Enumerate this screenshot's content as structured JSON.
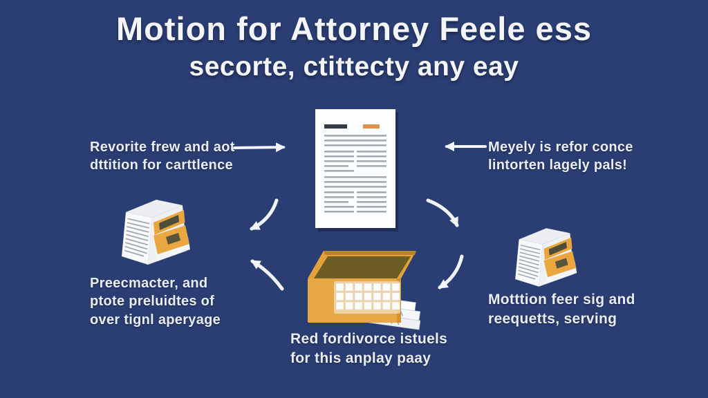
{
  "title": {
    "line1": "Motion for Attorney Feele ess",
    "line2": "secorte, ctittecty any eay"
  },
  "annotations": {
    "top_left": {
      "lines": [
        "Revorite frew and aot",
        "dttition for carttlence"
      ]
    },
    "top_right": {
      "lines": [
        "Meyely is refor conce",
        "lintorten lagely pals!"
      ]
    },
    "bottom_left": {
      "lines": [
        "Preecmacter, and",
        "ptote preluidtes of",
        "over tignl aperyage"
      ]
    },
    "bottom_center": {
      "lines": [
        "Red fordivorce istuels",
        "for this anplay paay"
      ]
    },
    "bottom_right": {
      "lines": [
        "Motttion feer sig and",
        "reequetts, serving"
      ]
    }
  },
  "icons": {
    "center": "motion-document-icon",
    "bottom_left": "document-stack-with-orange-tag-icon",
    "bottom_center": "open-orange-box-with-receipts-icon",
    "bottom_right": "document-stack-with-orange-tag-icon"
  },
  "arrows": [
    "arrow-left-text-to-document",
    "arrow-right-text-to-document",
    "curved-arrow-document-to-bottom-left",
    "curved-arrow-box-to-bottom-left",
    "curved-arrow-document-to-bottom-right",
    "curved-arrow-bottom-right-to-box"
  ],
  "colors": {
    "background": "#2b3e74",
    "text": "#e9edf4",
    "title_text": "#f3f5f9",
    "accent_orange": "#e8a23c",
    "page_white": "#fcfdfe",
    "line_gray": "#a6abb2",
    "dark_bar": "#343c49"
  }
}
